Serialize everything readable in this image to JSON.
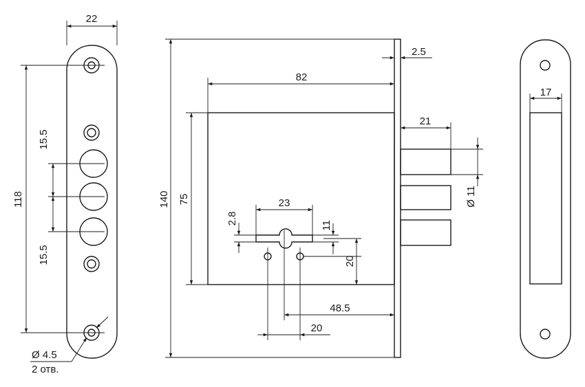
{
  "dims": {
    "face_width": "22",
    "hole_pitch_total": "118",
    "spacing_top": "15.5",
    "spacing_bottom": "15.5",
    "hole_diameter": "Ø 4.5",
    "hole_count": "2 отв.",
    "overall_height": "140",
    "body_height": "75",
    "backset": "82",
    "faceplate_thickness": "2.5",
    "bolt_throw": "21",
    "bolt_diameter": "Ø 11",
    "keyhole_width": "23",
    "keyhole_slot": "2.8",
    "keyhole_offset": "11",
    "keyhole_to_screw": "20",
    "screw_from_face": "48.5",
    "screw_spacing": "20",
    "strike_opening": "17"
  }
}
